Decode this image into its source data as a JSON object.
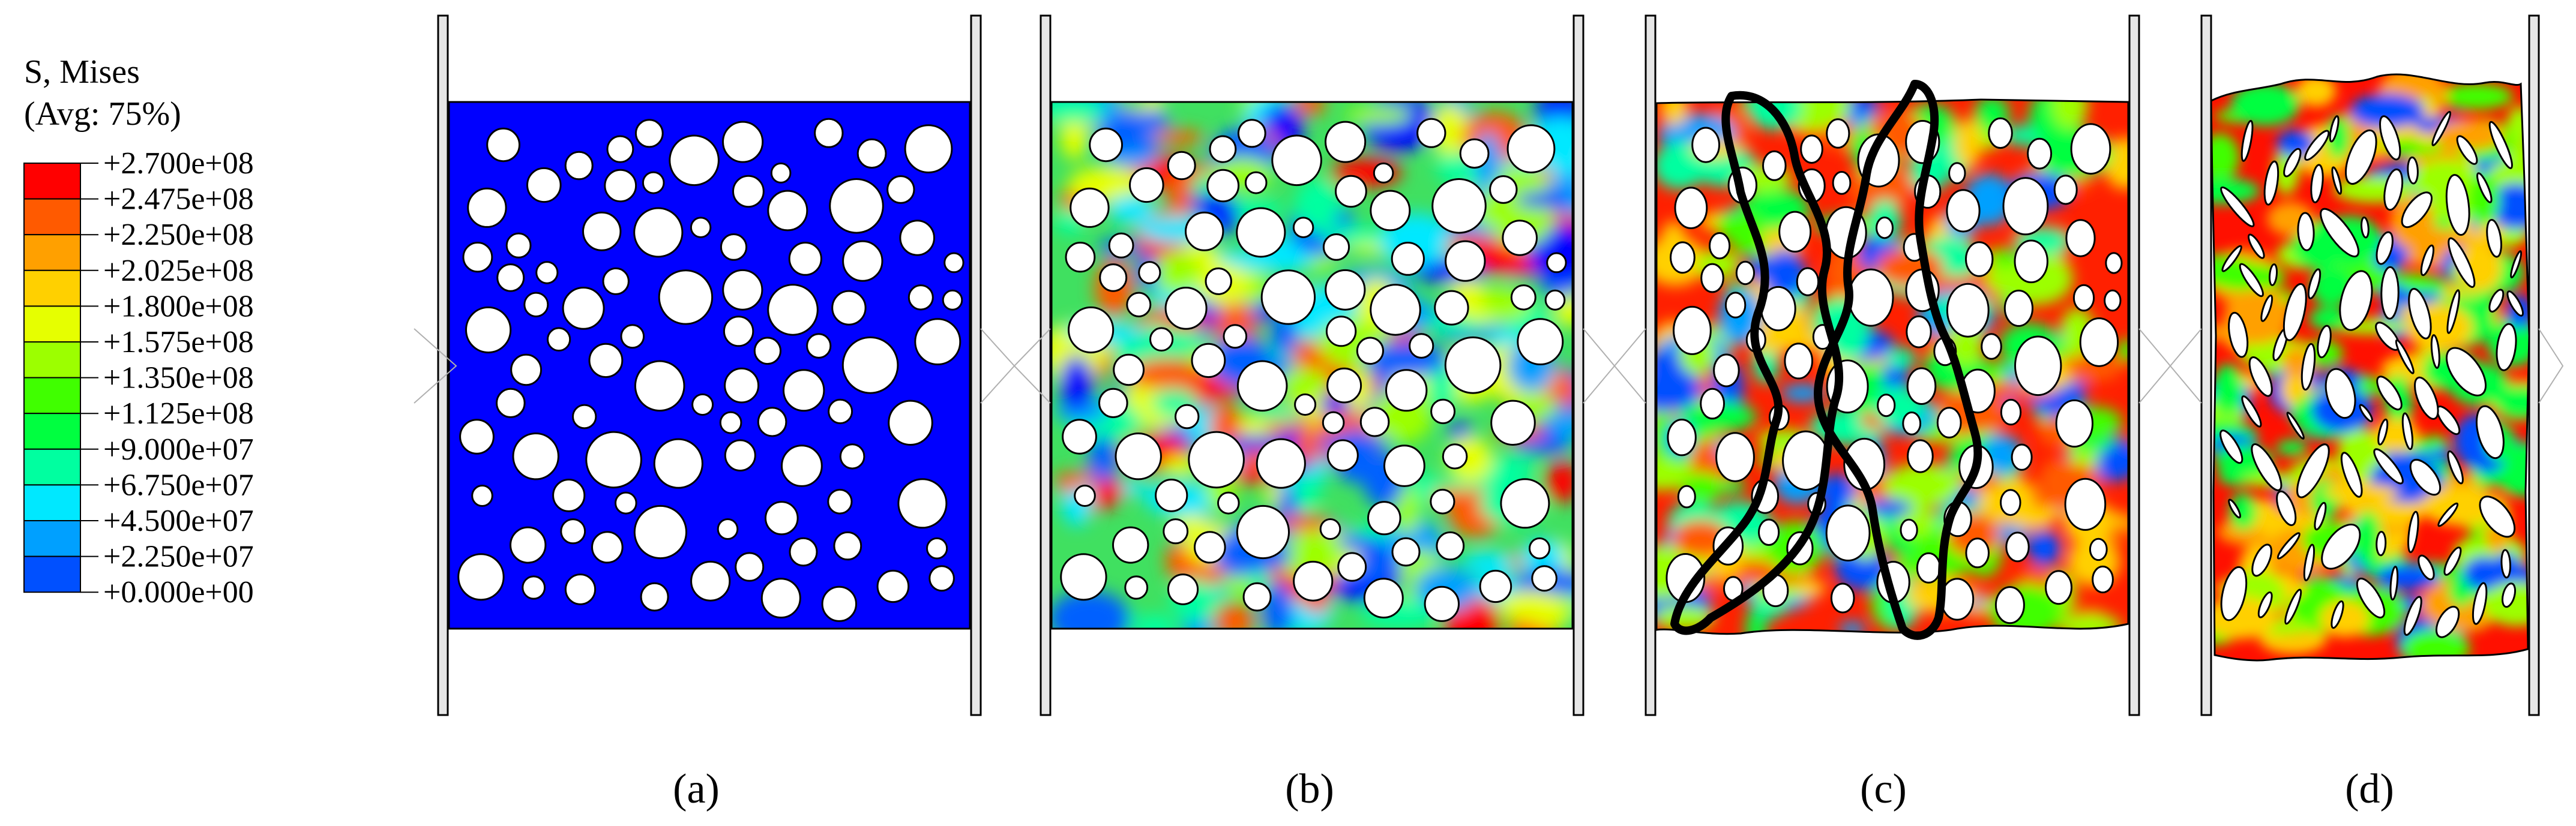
{
  "legend": {
    "title_line1": "S, Mises",
    "title_line2": "(Avg: 75%)",
    "levels": [
      {
        "label": "+2.700e+08",
        "color": "#ff0000"
      },
      {
        "label": "+2.475e+08",
        "color": "#ff5a00"
      },
      {
        "label": "+2.250e+08",
        "color": "#ffa000"
      },
      {
        "label": "+2.025e+08",
        "color": "#ffd000"
      },
      {
        "label": "+1.800e+08",
        "color": "#e6ff00"
      },
      {
        "label": "+1.575e+08",
        "color": "#9cff00"
      },
      {
        "label": "+1.350e+08",
        "color": "#40ff00"
      },
      {
        "label": "+1.125e+08",
        "color": "#00ff40"
      },
      {
        "label": "+9.000e+07",
        "color": "#00ffa0"
      },
      {
        "label": "+6.750e+07",
        "color": "#00e8ff"
      },
      {
        "label": "+4.500e+07",
        "color": "#00a0ff"
      },
      {
        "label": "+2.250e+07",
        "color": "#0050ff"
      },
      {
        "label": "+0.000e+00",
        "color": "#0000ff"
      }
    ]
  },
  "panels": [
    {
      "label": "(a)",
      "state": "undeformed",
      "base_color": "#0000ff"
    },
    {
      "label": "(b)",
      "state": "elastic",
      "base_color": "#40e060"
    },
    {
      "label": "(c)",
      "state": "shear-bands",
      "base_color": "#ff2000"
    },
    {
      "label": "(d)",
      "state": "collapsed",
      "base_color": "#ff1000"
    }
  ],
  "colors": {
    "plate_fill": "#e6e6e6",
    "plate_stroke": "#000000",
    "hole_fill": "#ffffff",
    "band_outline": "#000000"
  }
}
